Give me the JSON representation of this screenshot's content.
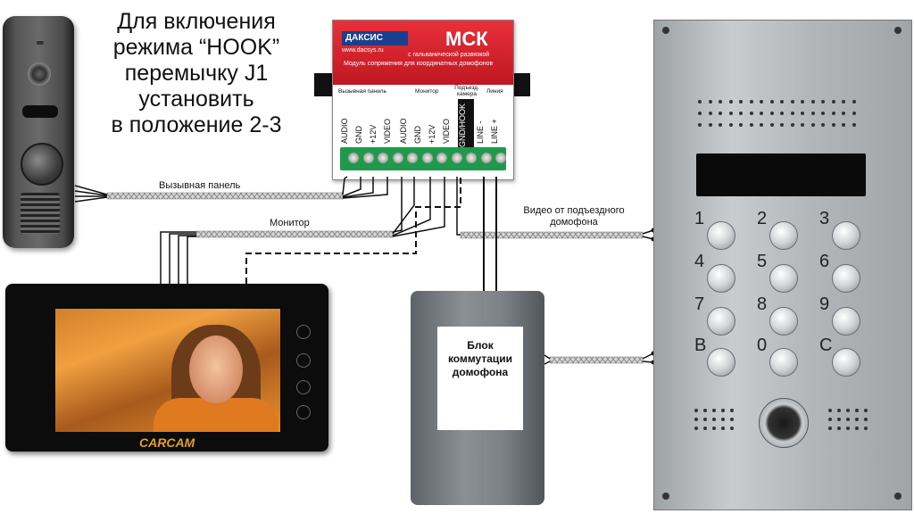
{
  "instruction": {
    "text": "Для включения\nрежима “HOOK”\nперемычку J1\nустановить\nв положение 2-3"
  },
  "module": {
    "brand": "ДАКСИС",
    "title": "МСК",
    "site": "www.dacsys.ru",
    "subtitle1": "с гальванической развязкой",
    "subtitle2": "Модуль сопряжения для координатных домофонов",
    "groups": [
      {
        "label": "Вызывная панель"
      },
      {
        "label": "Монитор"
      },
      {
        "label": "Подъезд. камера"
      },
      {
        "label": "Линия"
      }
    ],
    "pins": [
      "AUDIO",
      "GND",
      "+12V",
      "VIDEO",
      "AUDIO",
      "GND",
      "+12V",
      "VIDEO",
      "GND/HOOK",
      "LINE -",
      "LINE +"
    ]
  },
  "wire_labels": {
    "call_panel": "Вызывная панель",
    "monitor": "Монитор",
    "video_porch": "Видео от подъездного\nдомофона"
  },
  "monitor": {
    "brand": "CARCAM"
  },
  "switch_block": {
    "label": "Блок\nкоммутации\nдомофона"
  },
  "door_panel": {
    "keys": [
      "1",
      "2",
      "3",
      "4",
      "5",
      "6",
      "7",
      "8",
      "9",
      "В",
      "0",
      "С"
    ]
  },
  "colors": {
    "module_red": "#d0202b",
    "terminal_green": "#1f9a4a",
    "brand_yellow": "#e0a020"
  }
}
